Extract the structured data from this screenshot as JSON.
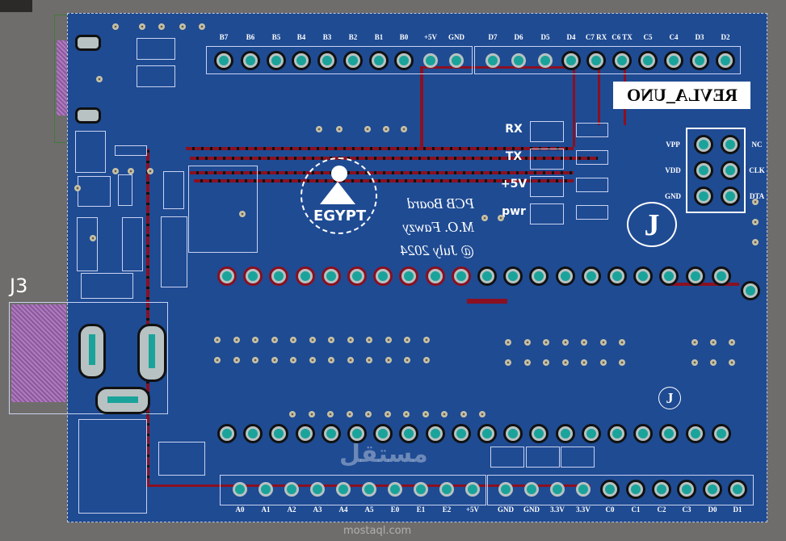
{
  "designator": "J3",
  "board_title": "REVLA_UNO",
  "top_header_left": [
    "B7",
    "B6",
    "B5",
    "B4",
    "B3",
    "B2",
    "B1",
    "B0",
    "+5V",
    "GND"
  ],
  "top_header_right": [
    "D7",
    "D6",
    "D5",
    "D4",
    "C7 RX",
    "C6 TX",
    "C5",
    "C4",
    "D3",
    "D2"
  ],
  "bottom_header_left": [
    "A0",
    "A1",
    "A2",
    "A3",
    "A4",
    "A5",
    "E0",
    "E1",
    "E2",
    "+5V"
  ],
  "bottom_header_mid": [
    "GND",
    "GND",
    "3.3V",
    "3.3V"
  ],
  "bottom_header_right": [
    "C0",
    "C1",
    "C2",
    "C3",
    "D0",
    "D1"
  ],
  "leds": [
    "RX",
    "TX",
    "+5V",
    "pwr"
  ],
  "icsp": {
    "left": [
      "VPP",
      "VDD",
      "GND"
    ],
    "right": [
      "NC",
      "CLK",
      "DTA"
    ]
  },
  "logo": {
    "text": "EGYPT",
    "script_lines": [
      "PCB Board",
      "M.O. Fawzy",
      "@ July 2024"
    ]
  },
  "watermark": {
    "text": "مستقل",
    "url": "mostaql.com"
  },
  "colors": {
    "board": "#1f4b93",
    "copper_top": "#8b1022",
    "pad": "#1aa39a",
    "silkscreen": "#ffffff",
    "background": "#6f6d6b"
  }
}
